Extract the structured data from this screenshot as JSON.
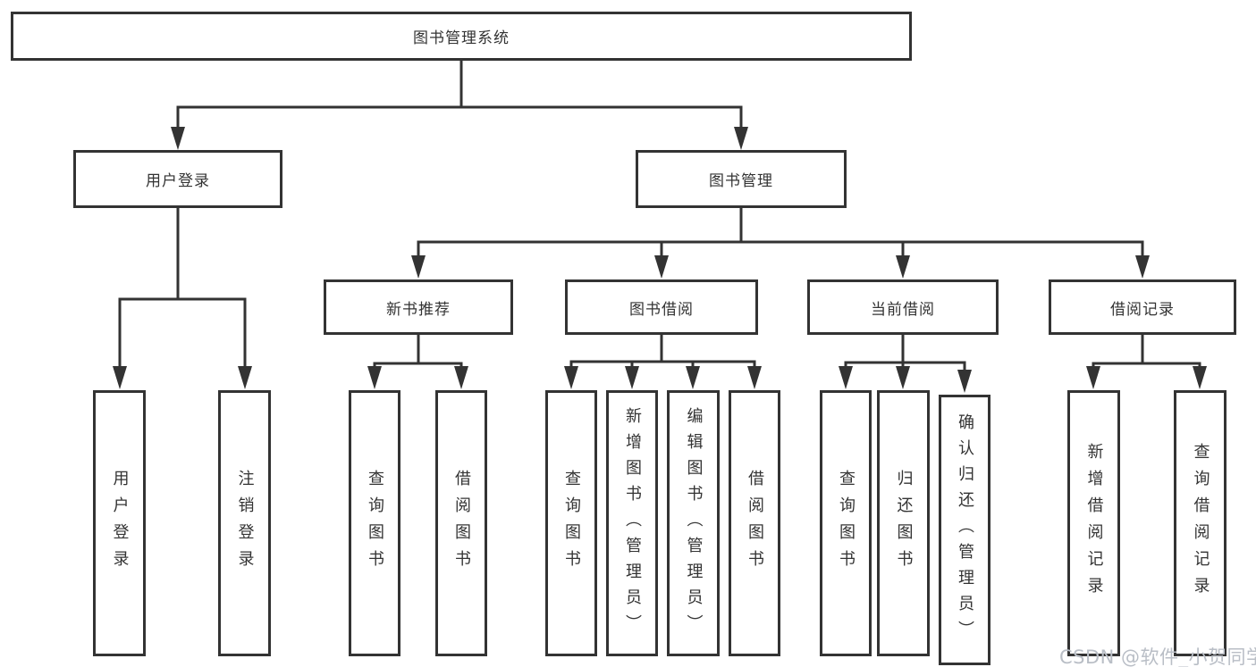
{
  "diagram": {
    "nodes": {
      "root": "图书管理系统",
      "user_login": "用户登录",
      "book_mgmt": "图书管理",
      "new_book": "新书推荐",
      "book_borrow": "图书借阅",
      "current_borrow": "当前借阅",
      "borrow_record": "借阅记录",
      "ul_login": "用户登录",
      "ul_logout": "注销登录",
      "nb_query": "查询图书",
      "nb_borrow": "借阅图书",
      "bb_query": "查询图书",
      "bb_add": "新增图书（管理员）",
      "bb_edit": "编辑图书（管理员）",
      "bb_borrow": "借阅图书",
      "cb_query": "查询图书",
      "cb_return": "归还图书",
      "cb_confirm": "确认归还（管理员）",
      "br_add": "新增借阅记录",
      "br_query": "查询借阅记录"
    },
    "colors": {
      "line": "#333333",
      "text": "#333333",
      "background": "#ffffff",
      "watermark": "#b9bec6"
    },
    "watermark": "CSDN @软件_小贺同学"
  }
}
